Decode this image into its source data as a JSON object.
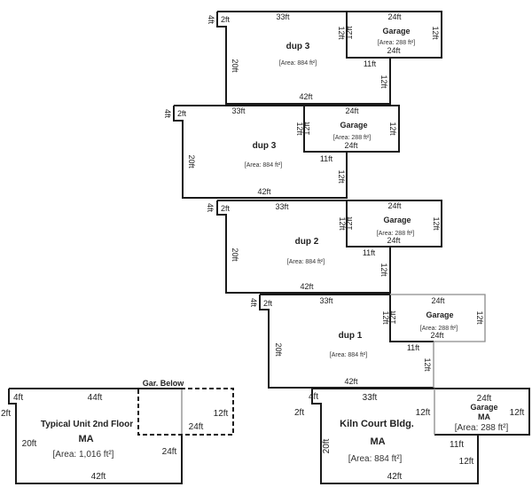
{
  "diagram": {
    "type": "floor-plan-sketch",
    "units": [
      {
        "id": "dup3-top",
        "name": "dup 3",
        "area": "[Area: 884 ft²]",
        "dims": {
          "notch_top": "4ft",
          "notch_side": "2ft",
          "top": "33ft",
          "left": "20ft",
          "bottom": "42ft",
          "shared": "12ft",
          "step": "11ft",
          "right": "12ft"
        },
        "garage": {
          "name": "Garage",
          "area": "[Area: 288 ft²]",
          "top": "24ft",
          "bottom": "24ft",
          "left": "12ft",
          "right": "12ft"
        }
      },
      {
        "id": "dup3-mid",
        "name": "dup 3",
        "area": "[Area: 884 ft²]",
        "dims": {
          "notch_top": "4ft",
          "notch_side": "2ft",
          "top": "33ft",
          "left": "20ft",
          "bottom": "42ft",
          "shared": "12ft",
          "step": "11ft",
          "right": "12ft"
        },
        "garage": {
          "name": "Garage",
          "area": "[Area: 288 ft²]",
          "top": "24ft",
          "bottom": "24ft",
          "left": "12ft",
          "right": "12ft"
        }
      },
      {
        "id": "dup2",
        "name": "dup 2",
        "area": "[Area: 884 ft²]",
        "dims": {
          "notch_top": "4ft",
          "notch_side": "2ft",
          "top": "33ft",
          "left": "20ft",
          "bottom": "42ft",
          "shared": "12ft",
          "step": "11ft",
          "right": "12ft"
        },
        "garage": {
          "name": "Garage",
          "area": "[Area: 288 ft²]",
          "top": "24ft",
          "bottom": "24ft",
          "left": "12ft",
          "right": "12ft"
        }
      },
      {
        "id": "dup1",
        "name": "dup 1",
        "area": "[Area: 884 ft²]",
        "dims": {
          "notch_top": "4ft",
          "notch_side": "2ft",
          "top": "33ft",
          "left": "20ft",
          "bottom": "42ft",
          "shared": "12ft",
          "step": "11ft",
          "right": "12ft"
        },
        "garage": {
          "name": "Garage",
          "area": "[Area: 288 ft²]",
          "top": "24ft",
          "bottom": "24ft",
          "left": "12ft",
          "right": "12ft"
        }
      }
    ],
    "kiln": {
      "name": "Kiln Court Bldg.",
      "sub": "MA",
      "area": "[Area: 884 ft²]",
      "dims": {
        "notch_top": "4ft",
        "notch_side": "2ft",
        "top": "33ft",
        "left": "20ft",
        "bottom": "42ft",
        "shared": "12ft",
        "step": "11ft",
        "right": "12ft"
      },
      "garage": {
        "name": "Garage",
        "sub": "MA",
        "area": "[Area: 288 ft²]",
        "top": "24ft",
        "right": "12ft"
      }
    },
    "typical": {
      "name": "Typical Unit 2nd Floor",
      "sub": "MA",
      "area": "[Area: 1,016 ft²]",
      "dims": {
        "notch_top": "4ft",
        "notch_side": "2ft",
        "top": "44ft",
        "left": "20ft",
        "bottom": "42ft",
        "right": "24ft"
      },
      "garage_below": {
        "label": "Gar. Below",
        "right": "12ft",
        "bottom": "24ft"
      }
    }
  }
}
